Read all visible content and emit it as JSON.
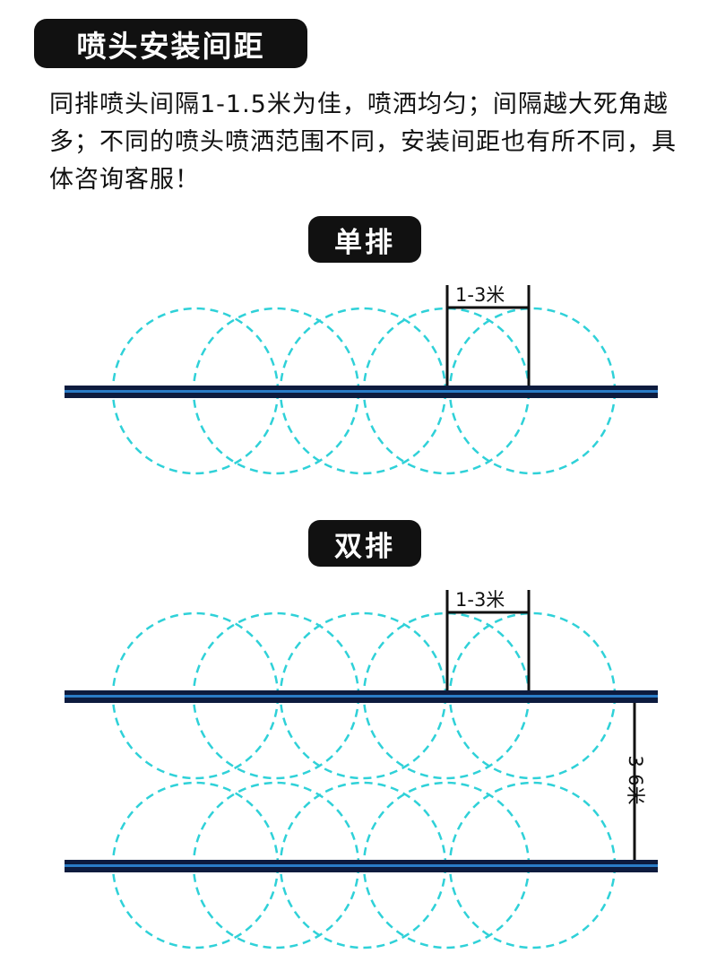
{
  "title": "喷头安装间距",
  "description": "同排喷头间隔1-1.5米为佳，喷洒均匀；间隔越大死角越多；不同的喷头喷洒范围不同，安装间距也有所不同，具体咨询客服！",
  "colors": {
    "pipe": "#0d1b3e",
    "pipe_highlight": "#2a7cc7",
    "spray_circle": "#2fd1d8",
    "pill": "#111111"
  },
  "single_row": {
    "label": "单排",
    "spacing_label": "1-3米",
    "nozzle_count": 5
  },
  "double_row": {
    "label": "双排",
    "spacing_label": "1-3米",
    "row_distance_label": "3-6米",
    "nozzles_per_row": 5,
    "row_count": 2
  }
}
